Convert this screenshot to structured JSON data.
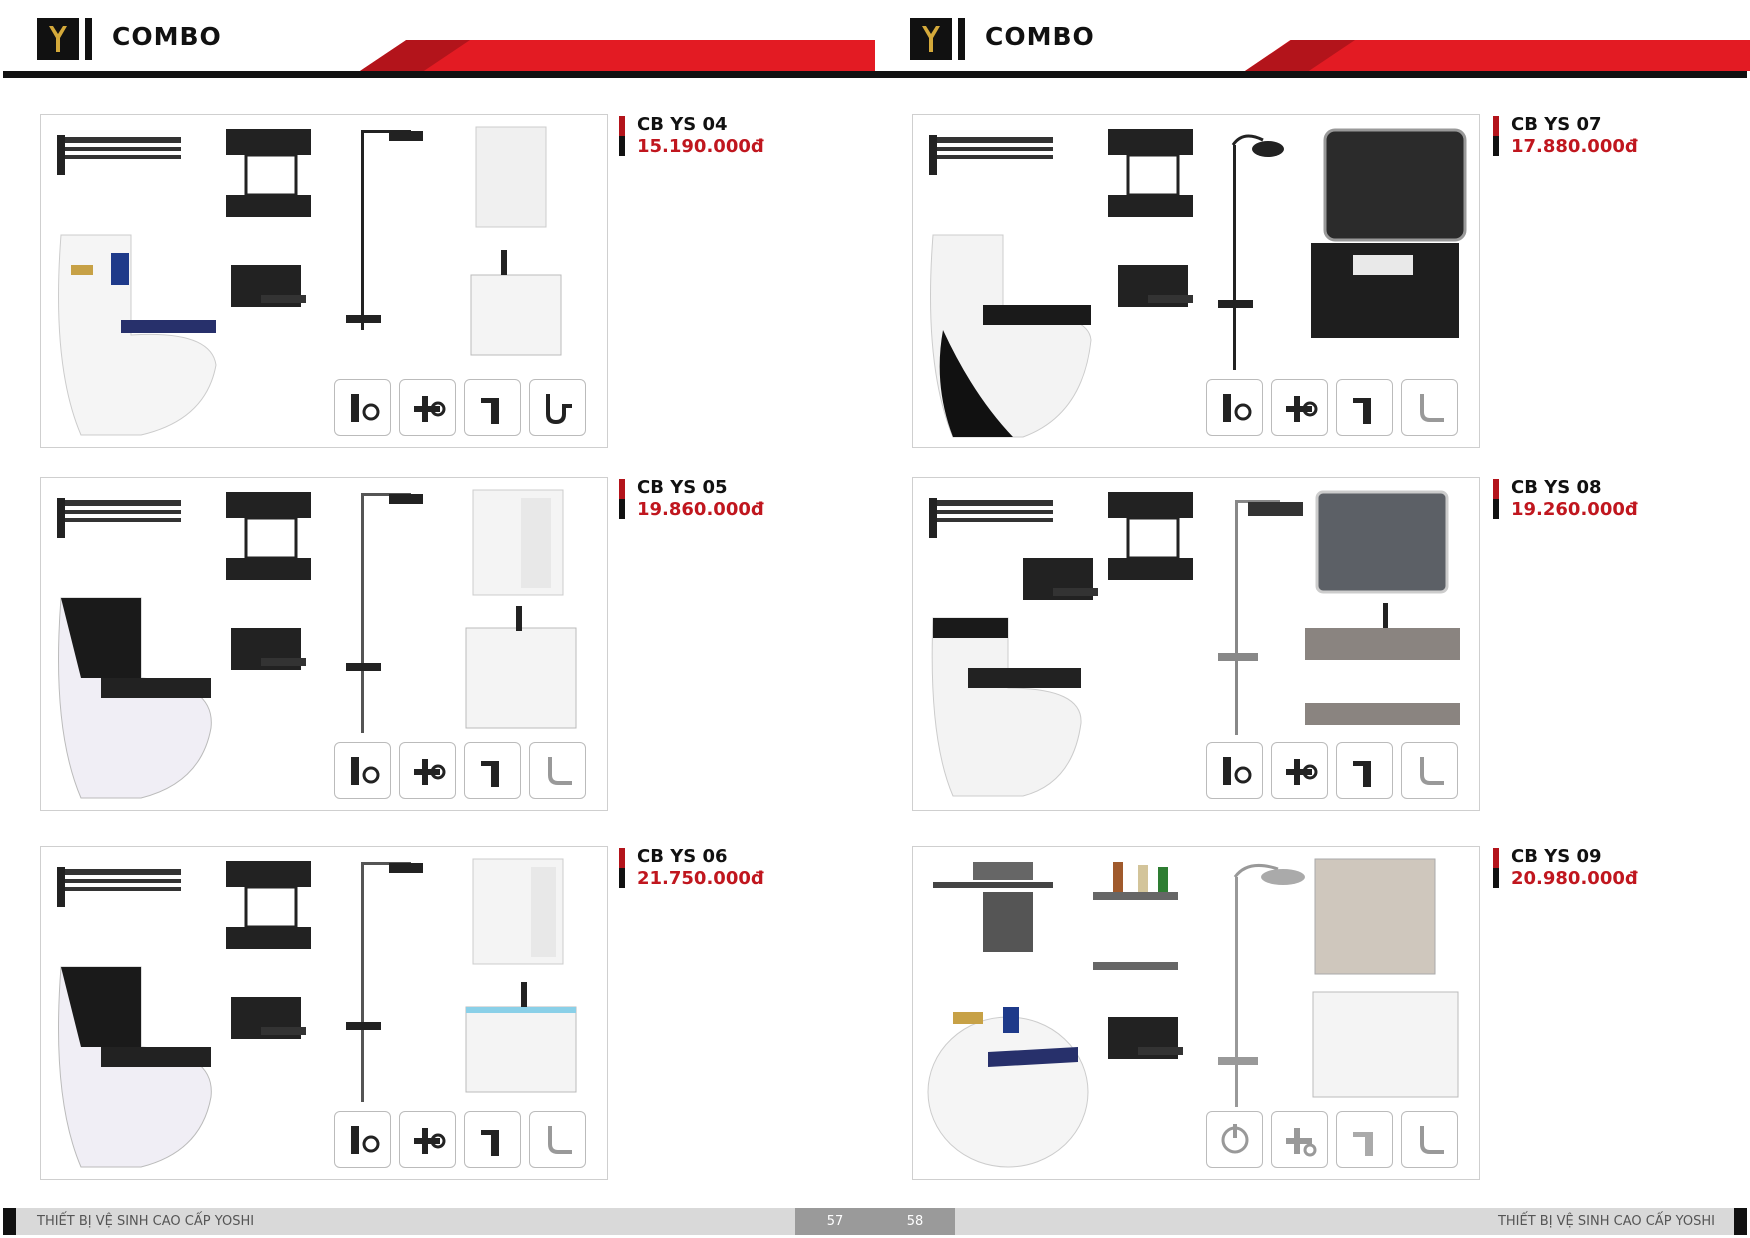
{
  "left_page": {
    "section_title": "COMBO",
    "footer_text": "THIẾT BỊ VỆ SINH CAO CẤP YOSHI",
    "page_number": "57",
    "products": [
      {
        "code": "CB YS 04",
        "price": "15.190.000đ"
      },
      {
        "code": "CB YS 05",
        "price": "19.860.000đ"
      },
      {
        "code": "CB YS 06",
        "price": "21.750.000đ"
      }
    ]
  },
  "right_page": {
    "section_title": "COMBO",
    "footer_text": "THIẾT BỊ VỆ SINH CAO CẤP YOSHI",
    "page_number": "58",
    "products": [
      {
        "code": "CB YS 07",
        "price": "17.880.000đ"
      },
      {
        "code": "CB YS 08",
        "price": "19.260.000đ"
      },
      {
        "code": "CB YS 09",
        "price": "20.980.000đ"
      }
    ]
  },
  "colors": {
    "brand_red": "#e31b23",
    "price_red": "#c0161e",
    "ink": "#111111"
  },
  "icons": [
    "towel-rack-icon",
    "corner-shelf-icon",
    "paper-holder-icon",
    "shower-set-icon",
    "mirror-icon",
    "vanity-basin-icon",
    "toilet-icon",
    "bidet-spray-icon",
    "angle-valve-icon",
    "basin-faucet-icon",
    "drain-trap-icon"
  ]
}
